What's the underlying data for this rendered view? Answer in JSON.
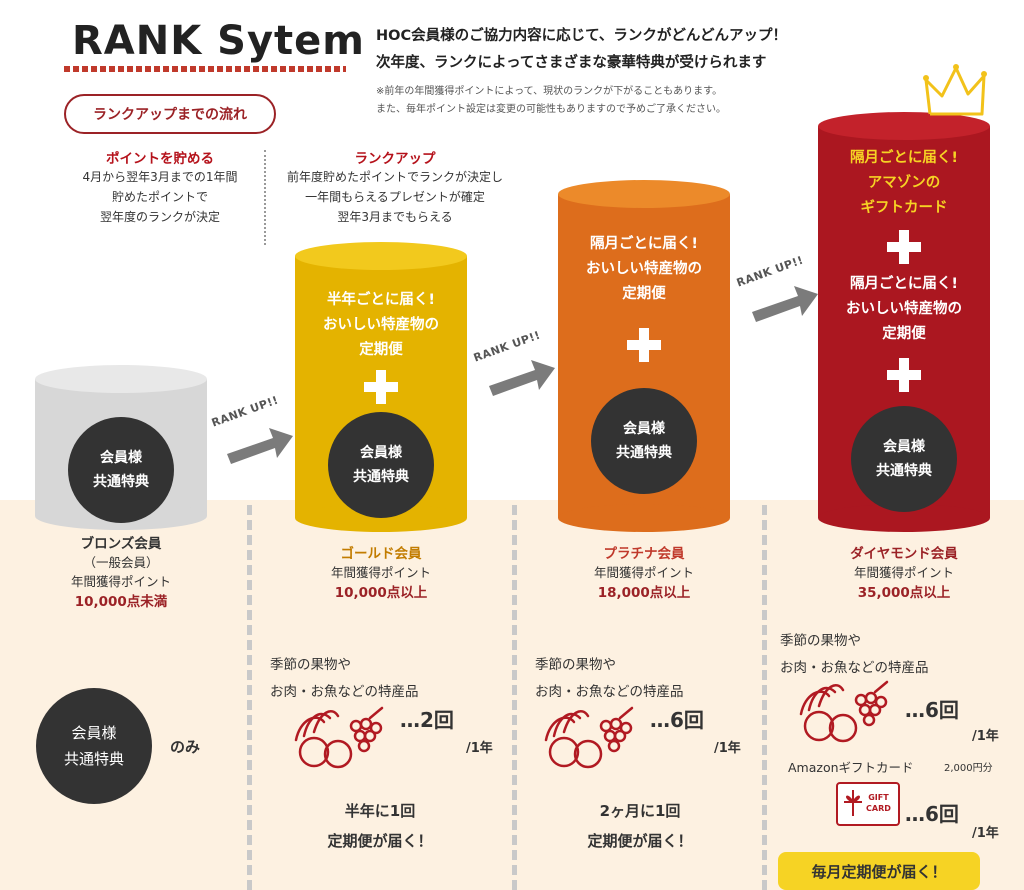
{
  "header": {
    "title": "RANK Sytem",
    "intro_line1": "HOC会員様のご協力内容に応じて、ランクがどんどんアップ！",
    "intro_line2": "次年度、ランクによってさまざまな豪華特典が受けられます",
    "note_line1": "※前年の年間獲得ポイントによって、現状のランクが下がることもあります。",
    "note_line2": "また、毎年ポイント設定は変更の可能性もありますので予めご了承ください。"
  },
  "flow": {
    "label": "ランクアップまでの流れ",
    "step1": {
      "title": "ポイントを貯める",
      "lines": [
        "4月から翌年3月までの1年間",
        "貯めたポイントで",
        "翌年度のランクが決定"
      ]
    },
    "step2": {
      "title": "ランクアップ",
      "lines": [
        "前年度貯めたポイントでランクが決定し",
        "一年間もらえるプレゼントが確定",
        "翌年3月までもらえる"
      ]
    }
  },
  "arrow_label": "RANK UP!!",
  "common": {
    "line1": "会員様",
    "line2": "共通特典"
  },
  "ranks": {
    "bronze": {
      "name": "ブロンズ会員",
      "sub": "（一般会員）",
      "points_label": "年間獲得ポイント",
      "points": "10,000点未満"
    },
    "gold": {
      "name": "ゴールド会員",
      "points_label": "年間獲得ポイント",
      "points": "10,000点以上",
      "cyl_lines": [
        "半年ごとに届く!",
        "おいしい特産物の",
        "定期便"
      ]
    },
    "platinum": {
      "name": "プラチナ会員",
      "points_label": "年間獲得ポイント",
      "points": "18,000点以上",
      "cyl_lines": [
        "隔月ごとに届く!",
        "おいしい特産物の",
        "定期便"
      ]
    },
    "diamond": {
      "name": "ダイヤモンド会員",
      "points_label": "年間獲得ポイント",
      "points": "35,000点以上",
      "cyl_lines_a": [
        "隔月ごとに届く!",
        "アマゾンの",
        "ギフトカード"
      ],
      "cyl_lines_b": [
        "隔月ごとに届く!",
        "おいしい特産物の",
        "定期便"
      ]
    }
  },
  "benefits": {
    "bronze": {
      "only": "のみ"
    },
    "gold": {
      "line1": "季節の果物や",
      "line2": "お肉・お魚などの特産品",
      "count": "…2回",
      "per": "/1年",
      "bold1": "半年に1回",
      "bold2": "定期便が届く！"
    },
    "platinum": {
      "line1": "季節の果物や",
      "line2": "お肉・お魚などの特産品",
      "count": "…6回",
      "per": "/1年",
      "bold1": "2ヶ月に1回",
      "bold2": "定期便が届く！"
    },
    "diamond": {
      "line1": "季節の果物や",
      "line2": "お肉・お魚などの特産品",
      "count": "…6回",
      "per": "/1年",
      "amazon": "Amazonギフトカード",
      "amazon_amount": "2,000円分",
      "gift_text1": "GIFT",
      "gift_text2": "CARD",
      "gift_count": "…6回",
      "gift_per": "/1年",
      "pill": "毎月定期便が届く！"
    }
  },
  "colors": {
    "bronze": "#d9d9d9",
    "gold": "#e7b50a",
    "platinum": "#e0701e",
    "diamond": "#b11a22",
    "accent_red": "#9b2226",
    "crown": "#f2c21a"
  }
}
